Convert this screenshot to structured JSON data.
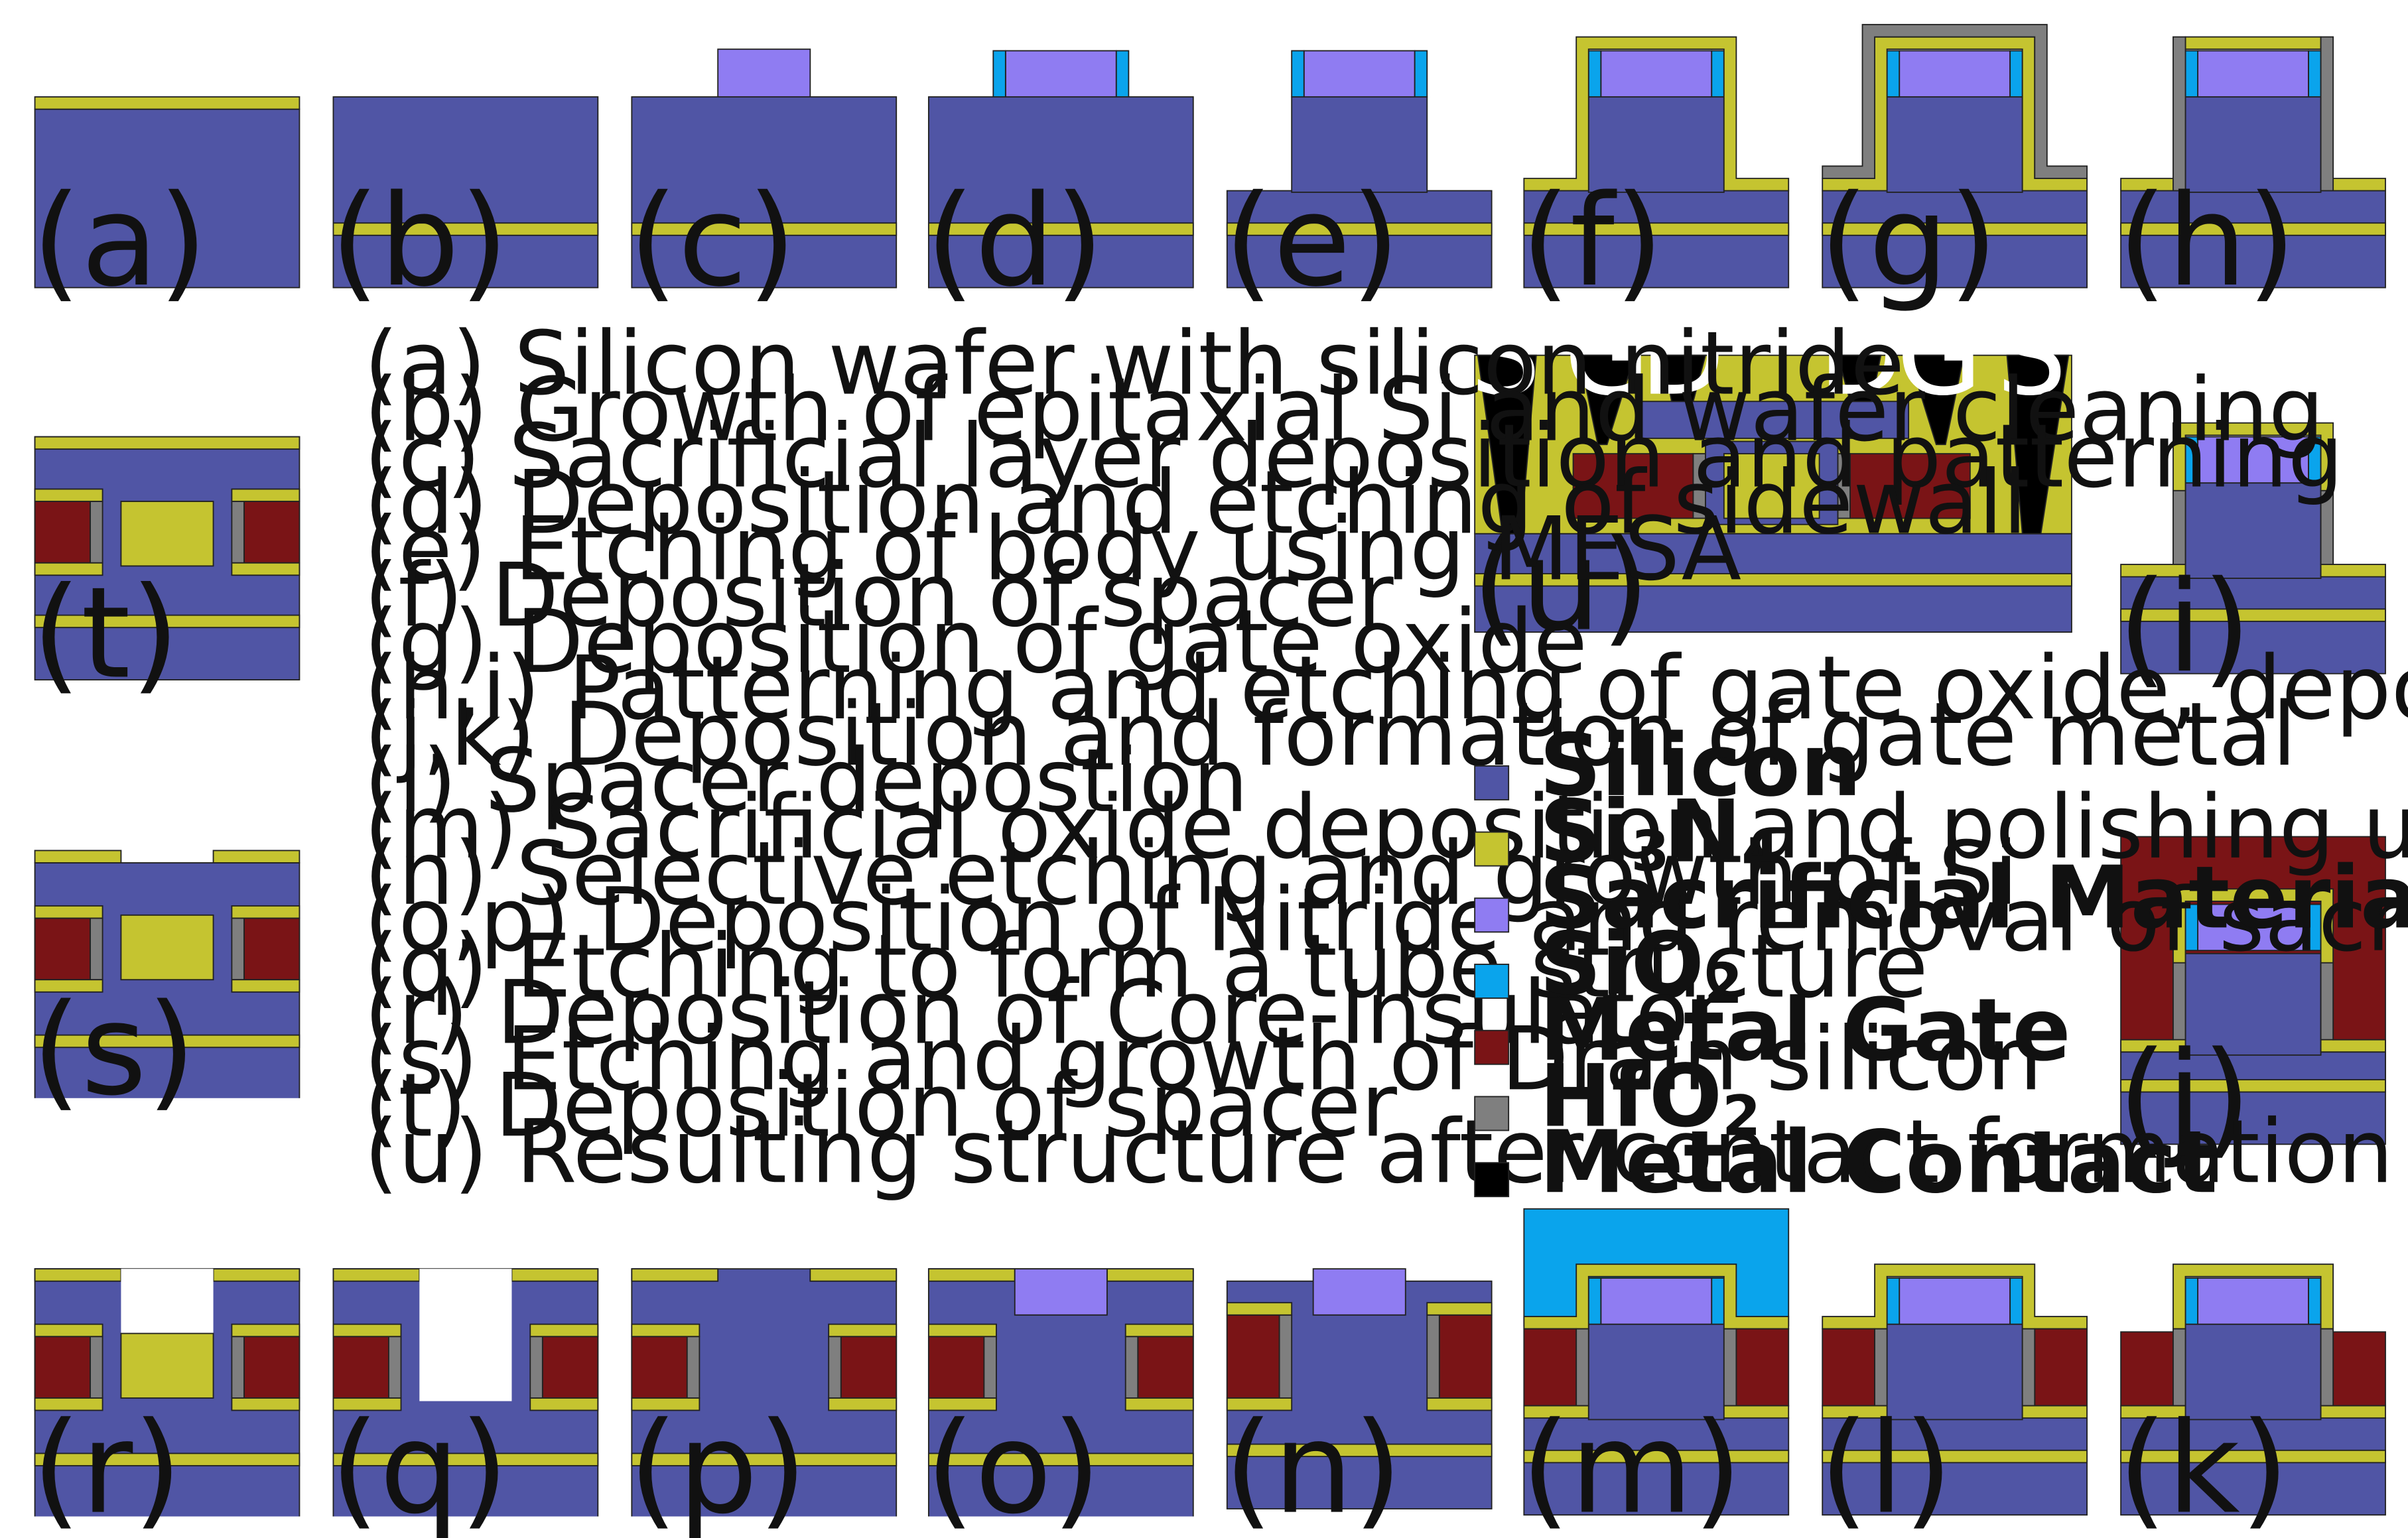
{
  "colors": {
    "silicon": "#5055a5",
    "nitride": "#c5c430",
    "sacrificial": "#8f7cf2",
    "sio2": "#0aa4ec",
    "metal_gate": "#7a1416",
    "hfo2": "#7f7f7f",
    "metal_contact": "#000000",
    "outline": "#222222"
  },
  "panels": [
    {
      "id": "a",
      "label": "(a)"
    },
    {
      "id": "b",
      "label": "(b)"
    },
    {
      "id": "c",
      "label": "(c)"
    },
    {
      "id": "d",
      "label": "(d)"
    },
    {
      "id": "e",
      "label": "(e)"
    },
    {
      "id": "f",
      "label": "(f)"
    },
    {
      "id": "g",
      "label": "(g)"
    },
    {
      "id": "h",
      "label": "(h)"
    },
    {
      "id": "i",
      "label": "(i)"
    },
    {
      "id": "j",
      "label": "(j)"
    },
    {
      "id": "k",
      "label": "(k)"
    },
    {
      "id": "l",
      "label": "(l)"
    },
    {
      "id": "m",
      "label": "(m)"
    },
    {
      "id": "n",
      "label": "(n)"
    },
    {
      "id": "o",
      "label": "(o)"
    },
    {
      "id": "p",
      "label": "(p)"
    },
    {
      "id": "q",
      "label": "(q)"
    },
    {
      "id": "r",
      "label": "(r)"
    },
    {
      "id": "s",
      "label": "(s)"
    },
    {
      "id": "t",
      "label": "(t)"
    },
    {
      "id": "u",
      "label": "(u)"
    }
  ],
  "terminals": [
    "S",
    "G",
    "D",
    "D",
    "G",
    "S"
  ],
  "captions": [
    "(a) Silicon wafer with silicon nitride",
    "(b) Growth of epitaxial Si and wafer cleaning",
    "(c) Sacrificial layer deposition and patterning",
    "(d) Deposition and etching of sidewall",
    "(e) Etching of body using MESA",
    "(f) Deposition of spacer",
    "(g) Deposition of gate oxide",
    "(h,i) Patterning and etching of gate oxide, deposition of spacer",
    "(j,k) Deposition and formation of gate metal",
    "(l) Spacer depostion",
    "(m) Sacrificial oxide deposition and polishing using CMP",
    "(n) Selective etching and growth of Si",
    "(o,p) Deposition of Nitride and removal of sacrificial layer",
    "(q) Etching to form a tube structure",
    "(r) Deposition of Core-Insulator",
    "(s) Etching and growth of Drain silicon",
    "(t) Deposition of spacer",
    "(u) Resulting structure after contact formation"
  ],
  "legend": [
    {
      "key": "silicon",
      "label": "Silicon",
      "color": "#5055a5"
    },
    {
      "key": "nitride",
      "label": "Si",
      "sub1": "3",
      "mid": "N",
      "sub2": "4",
      "color": "#c5c430"
    },
    {
      "key": "sacrificial",
      "label": "Sacrificial Material",
      "color": "#8f7cf2"
    },
    {
      "key": "sio2",
      "label": "SiO",
      "sub1": "2",
      "color": "#0aa4ec"
    },
    {
      "key": "metal-gate",
      "label": "Metal Gate",
      "color": "#7a1416"
    },
    {
      "key": "hfo2",
      "label": "HfO",
      "sub1": "2",
      "color": "#7f7f7f"
    },
    {
      "key": "metal-contact",
      "label": "Metal Contact",
      "color": "#000000"
    }
  ]
}
